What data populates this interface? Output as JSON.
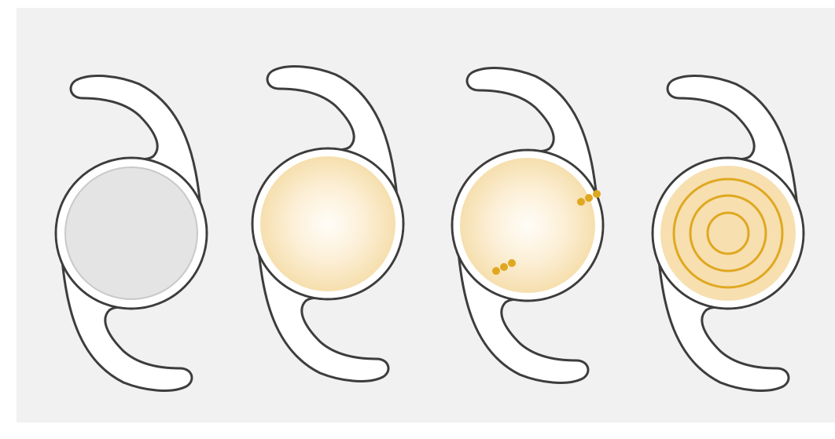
{
  "colors": {
    "panel_bg": "#f1f1f1",
    "outline": "#3d3d3d",
    "haptic_fill": "#ffffff",
    "monofocal_optic": "#e4e4e4",
    "monofocal_rim": "#c9c9c9",
    "warm_center": "#fffdf8",
    "warm_edge": "#f6dfae",
    "multifocal_fill": "#f7dfb0",
    "gold_mark": "#e0a820"
  },
  "lenses": [
    {
      "kind": "monofocal",
      "optic": "plain-gray-optic"
    },
    {
      "kind": "aspheric",
      "optic": "yellow-gradient-optic"
    },
    {
      "kind": "toric",
      "optic": "gradient-optic-with-axis-dot-marks",
      "axis_marks_per_side": 3
    },
    {
      "kind": "multifocal",
      "optic": "diffractive-concentric-rings",
      "ring_count": 3
    }
  ]
}
